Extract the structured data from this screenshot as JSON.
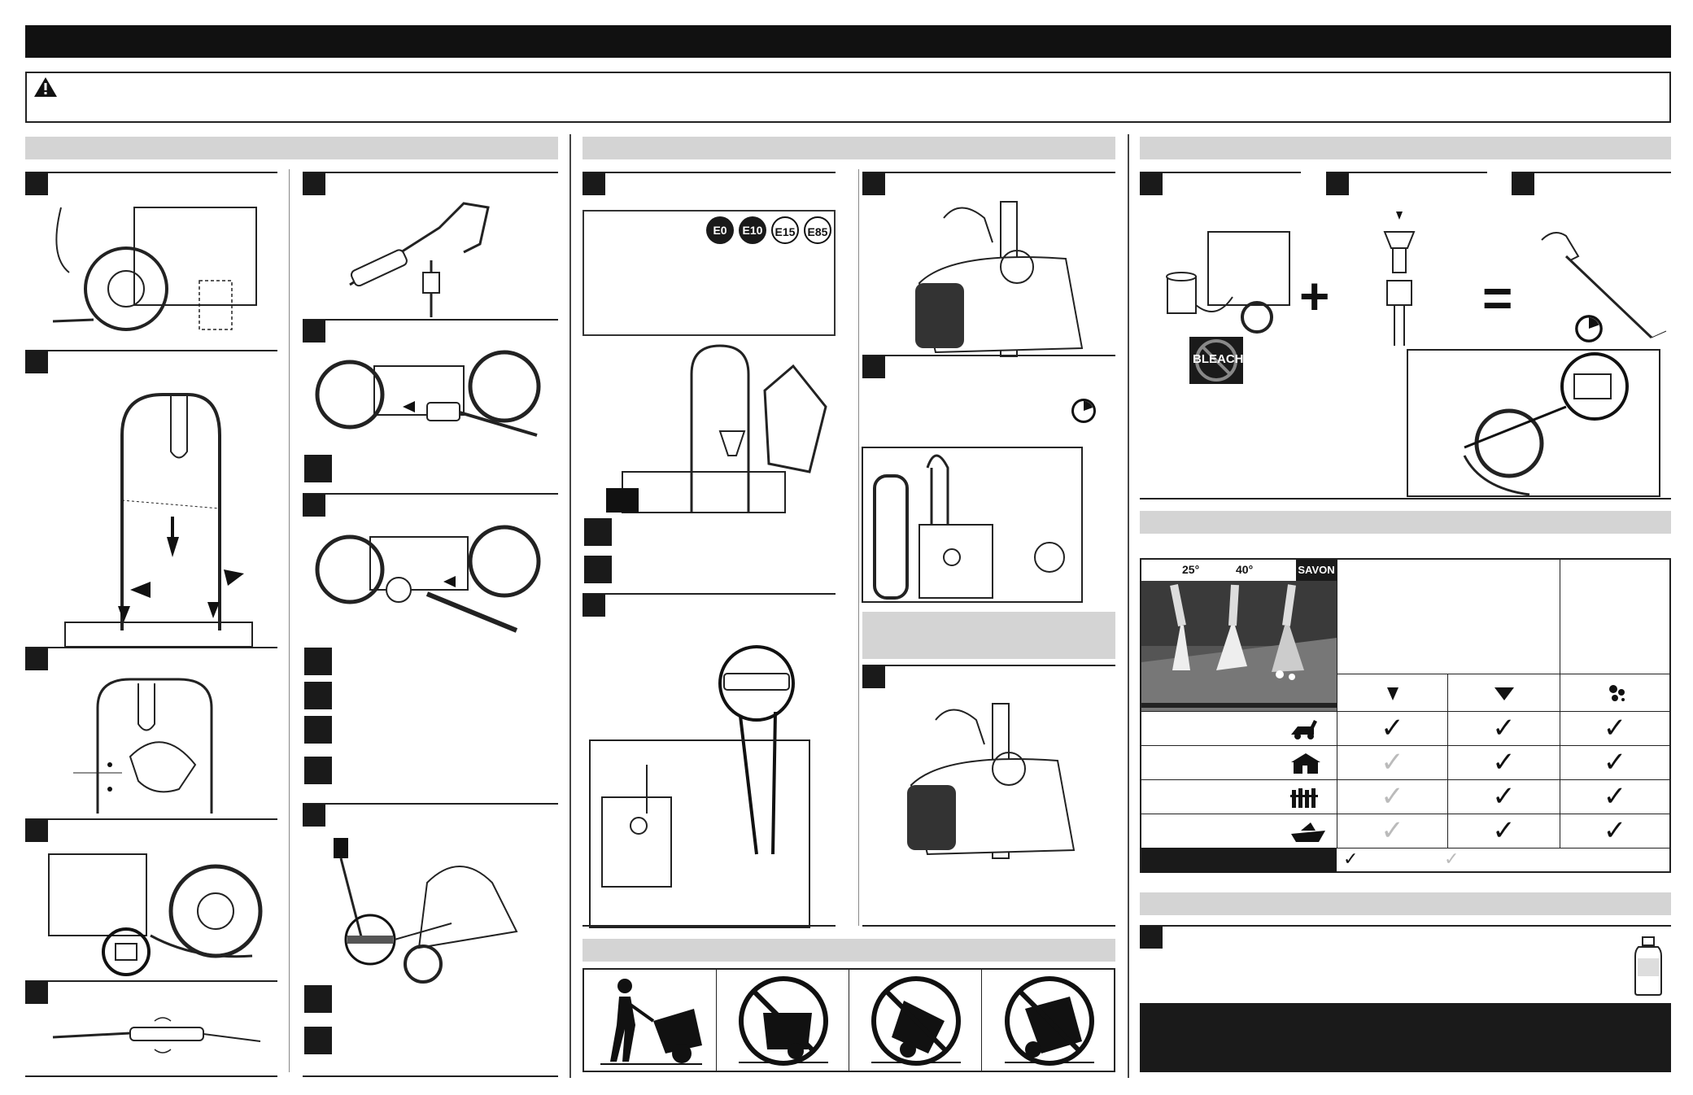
{
  "header": {
    "title": ""
  },
  "warning": {
    "icon": "warning-triangle-icon",
    "text": ""
  },
  "sections": {
    "assembly": {
      "title": ""
    },
    "fuel_oil": {
      "title": ""
    },
    "operation": {
      "title": ""
    },
    "nozzles": {
      "title": ""
    },
    "storage": {
      "title": ""
    },
    "transport": {
      "title": ""
    },
    "notice": {
      "title": ""
    }
  },
  "fuel": {
    "badges": [
      {
        "label": "E0",
        "style": "dark"
      },
      {
        "label": "E10",
        "style": "dark"
      },
      {
        "label": "E15",
        "style": "light"
      },
      {
        "label": "E85",
        "style": "light"
      }
    ]
  },
  "operation": {
    "bleach_label": "BLEACH",
    "plus": "+",
    "equals": "="
  },
  "nozzle_chart": {
    "angle_25": "25°",
    "angle_40": "40°",
    "soap_label": "SAVON",
    "rows": [
      {
        "icon": "vehicle-icon",
        "checks": [
          "dark",
          "dark",
          "dark"
        ]
      },
      {
        "icon": "house-icon",
        "checks": [
          "light",
          "dark",
          "dark"
        ]
      },
      {
        "icon": "fence-icon",
        "checks": [
          "light",
          "dark",
          "dark"
        ]
      },
      {
        "icon": "boat-icon",
        "checks": [
          "light",
          "dark",
          "dark"
        ]
      }
    ],
    "check_glyph": "✓"
  },
  "colors": {
    "dark": "#1a1a1a",
    "bar": "#d4d4d4",
    "light_check": "#bbbbbb"
  }
}
